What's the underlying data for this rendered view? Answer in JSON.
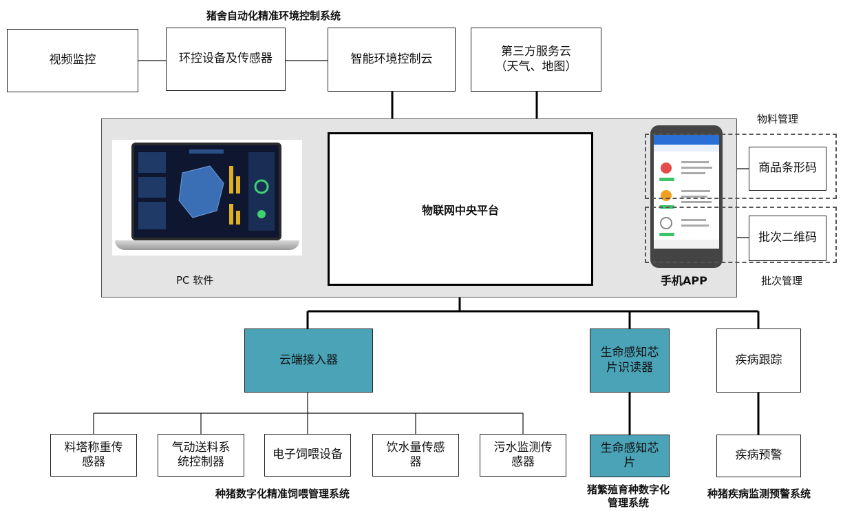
{
  "top_title": "猪舍自动化精准环境控制系统",
  "boxes": {
    "video": "视频监控",
    "env_devices": "环控设备及传感器",
    "env_cloud": "智能环境控制云",
    "third_party": "第三方服务云\n（天气、地图）",
    "iot_platform": "物联网中央平台",
    "barcode": "商品条形码",
    "qrcode": "批次二维码",
    "cloud_access": "云端接入器",
    "rfid_reader": "生命感知芯\n片识读器",
    "disease_track": "疾病跟踪",
    "feed_tower": "料塔称重传\n感器",
    "pneumatic": "气动送料系\n统控制器",
    "e_feeder": "电子饲喂设备",
    "water": "饮水量传感\n器",
    "sewage": "污水监测传\n感器",
    "chip": "生命感知芯\n片",
    "disease_warn": "疾病预警"
  },
  "labels": {
    "material_mgmt": "物料管理",
    "batch_mgmt": "批次管理",
    "pc_software": "PC  软件",
    "mobile_app": "手机APP",
    "feeding_system": "种猪数字化精准饲喂管理系统",
    "breeding_system": "猪繁殖育种数字化\n管理系统",
    "disease_system": "种猪疾病监测预警系统"
  },
  "colors": {
    "teal": "#4aa3b7",
    "panel": "#e4e4e4",
    "line": "#000000"
  },
  "icons": [
    "laptop-icon",
    "smartphone-icon"
  ]
}
